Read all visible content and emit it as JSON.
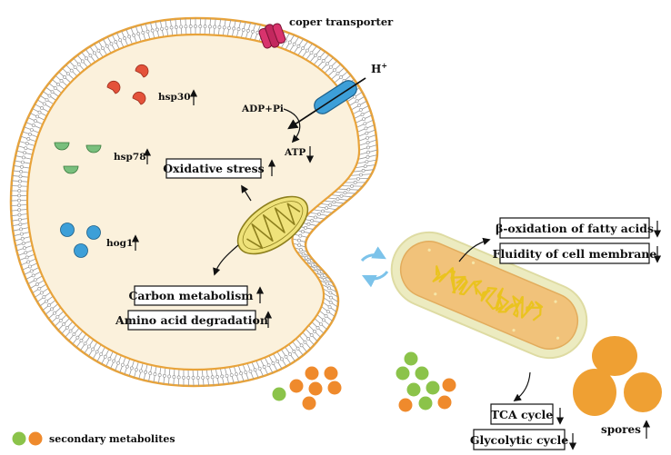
{
  "labels": {
    "coper_transporter": "coper transporter",
    "h_plus": "H",
    "h_plus_sup": "+",
    "adp_pi": "ADP+Pi",
    "atp": "ATP",
    "hsp30": "hsp30",
    "hsp78": "hsp78",
    "hog1": "hog1",
    "spores": "spores",
    "legend_secondary_metabolites": "secondary metabolites"
  },
  "boxes": {
    "oxidative_stress": "Oxidative stress",
    "carbon_metabolism": "Carbon metabolism",
    "amino_acid_degradation": "Amino acid degradation",
    "beta_oxidation": "β-oxidation of fatty acids",
    "fluidity": "Fluidity of cell membrane",
    "tca_cycle": "TCA cycle",
    "glycolytic_cycle": "Glycolytic cycle"
  },
  "colors": {
    "membrane_outline": "#e8a33a",
    "cell_fill": "#fbf1dc",
    "mito_fill": "#efe27a",
    "mito_stroke": "#8d7f1d",
    "transporter": "#d8336d",
    "channel": "#3d9fd8",
    "hsp30_red": "#e4523a",
    "hsp78_green": "#79bf7d",
    "hog1_blue": "#3d9fd8",
    "bacterium_outer": "#ecebc0",
    "bacterium_inner": "#f1c27a",
    "bacterium_dna": "#eac31f",
    "exchange_arrow": "#7cc3ea",
    "metabolite_green": "#8bc34a",
    "metabolite_orange": "#ef8a2c",
    "spore_orange": "#efa033"
  },
  "icons": [
    "copper-transporter-icon",
    "proton-channel-icon",
    "mitochondrion-icon",
    "bacterium-icon",
    "exchange-arrows-icon"
  ]
}
